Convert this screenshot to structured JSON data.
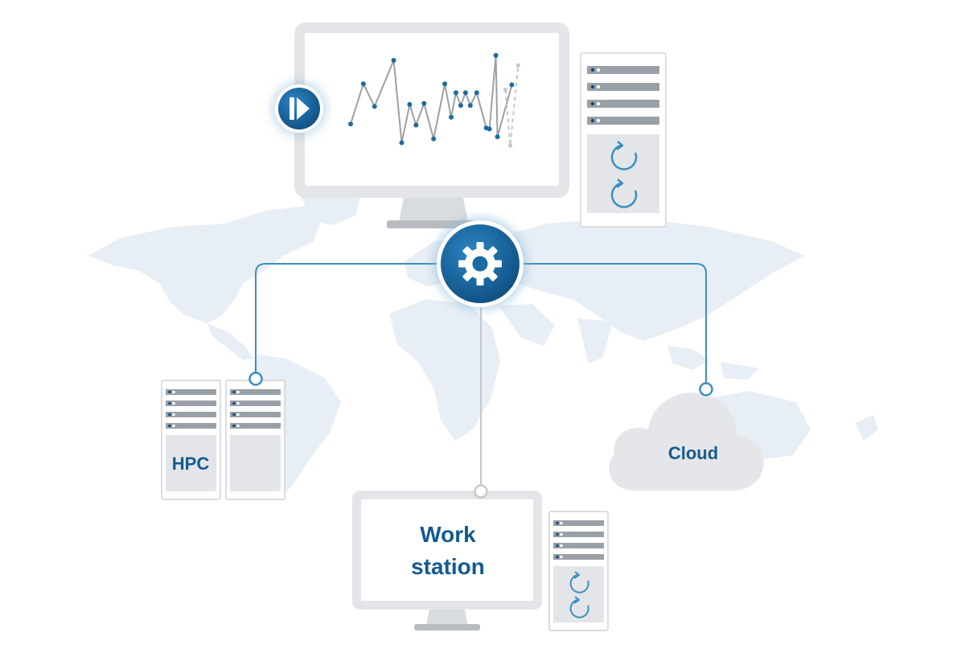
{
  "labels": {
    "hpc": "HPC",
    "cloud": "Cloud",
    "workstation_line1": "Work",
    "workstation_line2": "station"
  },
  "colors": {
    "accent": "#1f6aa0",
    "accent_dark": "#0e4d7e",
    "label_text": "#145a91",
    "connector_line": "#3d8fc0",
    "connector_gray": "#c4c8cc",
    "device_frame": "#e3e5e8",
    "device_stand": "#b8bcc1",
    "map_fill": "#e7eef6",
    "cloud_fill": "#e5e6e9",
    "server_bar": "#9aa0a8",
    "sync_icon": "#3d8fc0"
  },
  "icons": {
    "controller": "gear-icon",
    "play": "play-next-icon",
    "sync": "sync-icon"
  },
  "chart_data": {
    "type": "line",
    "title": "",
    "xlabel": "",
    "ylabel": "",
    "xlim": [
      0,
      13
    ],
    "ylim": [
      0,
      10
    ],
    "grid": false,
    "series": [
      {
        "values": [
          [
            0,
            3.5
          ],
          [
            0.8,
            7.6
          ],
          [
            1.5,
            5.3
          ],
          [
            2.7,
            10.0
          ],
          [
            3.2,
            1.6
          ],
          [
            3.7,
            5.5
          ],
          [
            4.1,
            3.4
          ],
          [
            4.6,
            5.6
          ],
          [
            5.2,
            2.0
          ],
          [
            5.9,
            7.6
          ],
          [
            6.3,
            4.2
          ],
          [
            6.6,
            6.7
          ],
          [
            6.9,
            5.4
          ],
          [
            7.2,
            6.7
          ],
          [
            7.5,
            5.4
          ],
          [
            7.9,
            6.7
          ],
          [
            8.5,
            3.1
          ],
          [
            8.7,
            3.0
          ],
          [
            9.1,
            10.5
          ],
          [
            9.2,
            2.2
          ],
          [
            10.1,
            7.5
          ]
        ]
      },
      {
        "style": "dashed",
        "values": [
          [
            9.7,
            7.0
          ],
          [
            10.0,
            1.3
          ],
          [
            10.5,
            9.5
          ]
        ]
      }
    ]
  }
}
